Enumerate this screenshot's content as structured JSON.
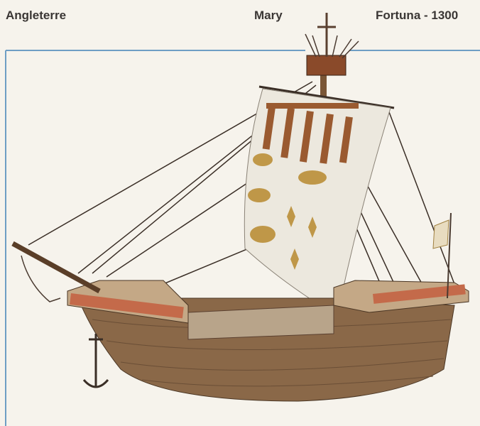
{
  "header": {
    "country": "Angleterre",
    "ship_name": "Mary",
    "ship_type_date": "Fortuna - 1300"
  },
  "colors": {
    "frame": "#6e9ec4",
    "hull": "#8a6848",
    "sail": "#ece8de",
    "sail_emblem": "#b8892e",
    "sail_bars": "#9a5a30"
  }
}
